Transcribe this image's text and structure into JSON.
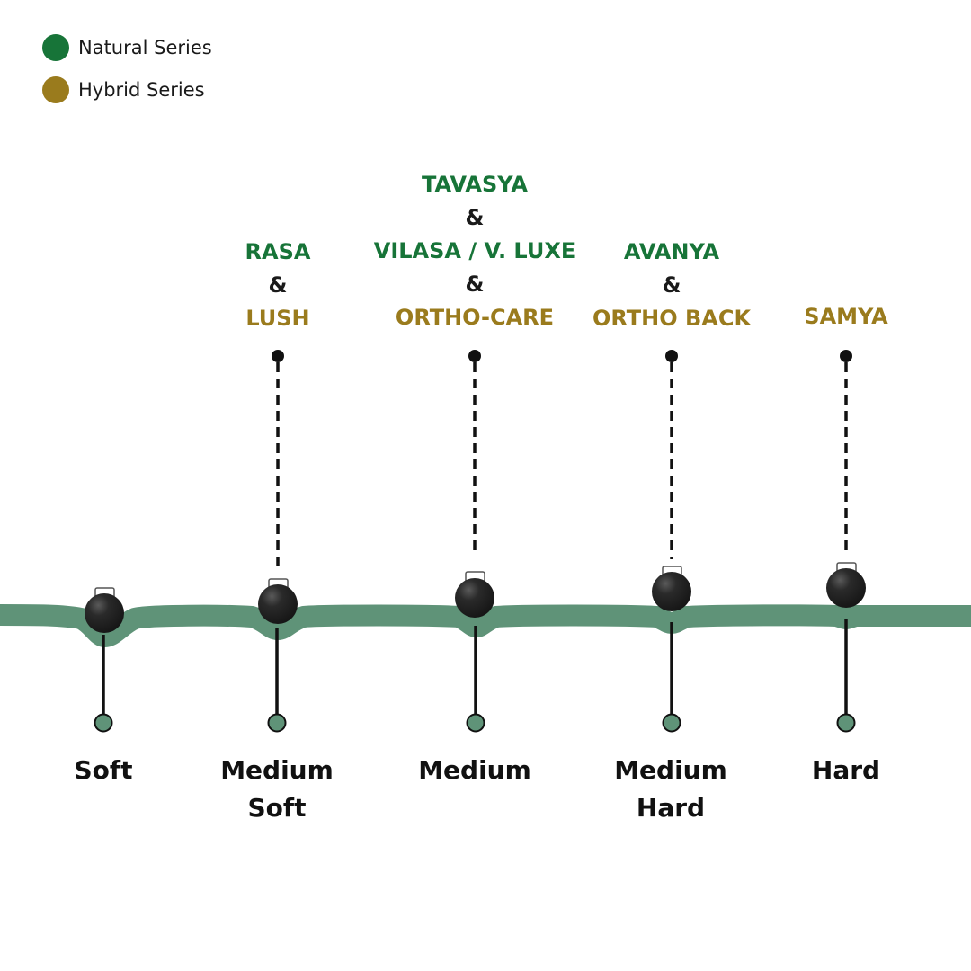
{
  "colors": {
    "natural": "#177438",
    "hybrid": "#9a7b1d",
    "band": "#5f9378",
    "ball": "#222222",
    "ink": "#111111"
  },
  "legend": {
    "natural_label": "Natural Series",
    "hybrid_label": "Hybrid Series"
  },
  "products": {
    "medium_soft": {
      "line1": "RASA",
      "amp1": "&",
      "line2": "LUSH"
    },
    "medium": {
      "line1": "TAVASYA",
      "amp1": "&",
      "line2": "VILASA / V. LUXE",
      "amp2": "&",
      "line3": "ORTHO-CARE"
    },
    "medium_hard": {
      "line1": "AVANYA",
      "amp1": "&",
      "line2": "ORTHO BACK"
    },
    "hard": {
      "line1": "SAMYA"
    }
  },
  "firmness": {
    "soft": "Soft",
    "medium_soft_1": "Medium",
    "medium_soft_2": "Soft",
    "medium": "Medium",
    "medium_hard_1": "Medium",
    "medium_hard_2": "Hard",
    "hard": "Hard"
  }
}
